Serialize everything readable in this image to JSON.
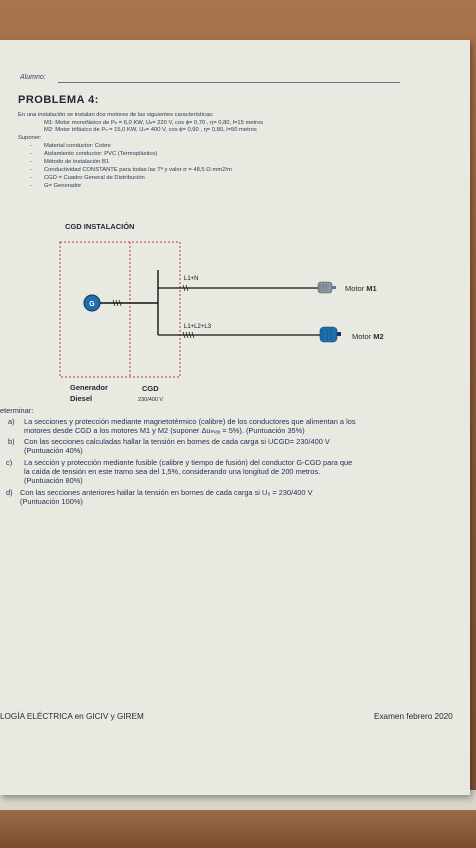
{
  "header": {
    "alumno_label": "Alumno:",
    "title": "PROBLEMA 4:"
  },
  "statement": {
    "intro": "En una instalación se instalan dos motores de las siguientes características:",
    "m1": "M1: Motor monofásico de Pₙ = 6,0 KW, Uₙ= 220 V, cos ϕ= 0,70 , η= 0,80, l=15 metros",
    "m2": "M2: Motor trifásico de Pₙ = 15,0 KW, Uₙ= 400 V, cos ϕ= 0,90 , η= 0,80, l=50 metros",
    "suponer": "Suponer:",
    "assumptions": [
      "Material conductor: Cobre",
      "Aislamiento conductor: PVC (Termoplástico)",
      "Método de instalación B1",
      "Conductividad CONSTANTE para todas las Tª y valor σ = 48,5 Ω·mm2/m",
      "CGD = Cuadro General de Distribución",
      "G= Generador"
    ]
  },
  "diagram": {
    "title": "CGD INSTALACIÓN",
    "line1_label": "L1+N",
    "line2_label": "L1+L2+L3",
    "gen_symbol": "G",
    "motor1_label_prefix": "Motor ",
    "motor1_label_bold": "M1",
    "motor2_label_prefix": "Motor ",
    "motor2_label_bold": "M2",
    "gen_label_line1": "Generador",
    "gen_label_line2": "Diesel",
    "cgd_label": "CGD",
    "cgd_voltage": "230/400 V"
  },
  "questions": {
    "lead": "eterminar:",
    "items": [
      {
        "letter": "a)",
        "lines": [
          "La secciones y protección mediante magnetotérmico (calibre) de los conductores que alimentan a los",
          "motores desde CGD a los motores M1 y M2 (suponer Δuₘₐₓ = 5%). (Puntuación 35%)"
        ]
      },
      {
        "letter": "b)",
        "lines": [
          "Con las secciones calculadas hallar la tensión en bornes de cada carga si UCGD= 230/400 V",
          "(Puntuación 40%)"
        ]
      },
      {
        "letter": "c)",
        "lines": [
          "La sección y protección mediante fusible (calibre y tiempo de fusión) del conductor G-CGD para que",
          "la caída de tensión en este tramo sea del 1,5%, considerando una longitud de 200 metros.",
          "(Puntuación 80%)"
        ]
      },
      {
        "letter": "d)",
        "lines": [
          "Con las secciones anteriores hallar la tensión en bornes de cada carga si U₀ = 230/400 V",
          "(Puntuación 100%)"
        ]
      }
    ]
  },
  "footer": {
    "left": "LOGÍA ELÉCTRICA en GICIV y GIREM",
    "right": "Examen febrero 2020"
  },
  "colors": {
    "ink": "#1f2d58",
    "paper": "#e8e9e1",
    "box_dash": "#c0392b",
    "motor_blue": "#1f6fb0"
  }
}
